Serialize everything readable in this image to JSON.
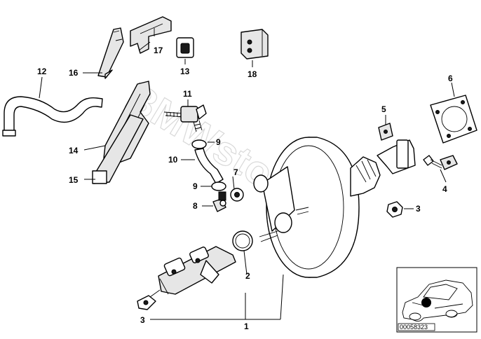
{
  "watermark": "BMWstore.pl",
  "diagram_ref": "00058323",
  "callouts": {
    "c1": "1",
    "c2": "2",
    "c3a": "3",
    "c3b": "3",
    "c4": "4",
    "c5": "5",
    "c6": "6",
    "c7": "7",
    "c8": "8",
    "c9a": "9",
    "c9b": "9",
    "c10": "10",
    "c11": "11",
    "c12": "12",
    "c13": "13",
    "c14": "14",
    "c15": "15",
    "c16": "16",
    "c17": "17",
    "c18": "18"
  }
}
